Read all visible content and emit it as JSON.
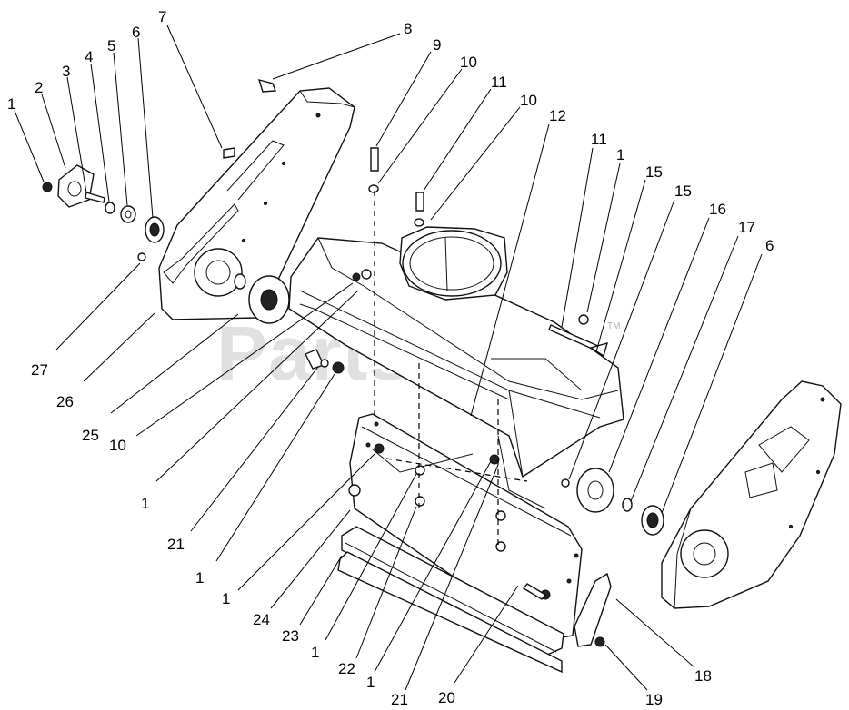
{
  "watermark": {
    "text": "PartsTree",
    "tm": "TM"
  },
  "callouts": [
    {
      "id": "c1a",
      "text": "1"
    },
    {
      "id": "c2",
      "text": "2"
    },
    {
      "id": "c3",
      "text": "3"
    },
    {
      "id": "c4",
      "text": "4"
    },
    {
      "id": "c5",
      "text": "5"
    },
    {
      "id": "c6a",
      "text": "6"
    },
    {
      "id": "c7",
      "text": "7"
    },
    {
      "id": "c8",
      "text": "8"
    },
    {
      "id": "c9",
      "text": "9"
    },
    {
      "id": "c10a",
      "text": "10"
    },
    {
      "id": "c11a",
      "text": "11"
    },
    {
      "id": "c10b",
      "text": "10"
    },
    {
      "id": "c12",
      "text": "12"
    },
    {
      "id": "c11b",
      "text": "11"
    },
    {
      "id": "c1b",
      "text": "1"
    },
    {
      "id": "c15a",
      "text": "15"
    },
    {
      "id": "c15b",
      "text": "15"
    },
    {
      "id": "c16",
      "text": "16"
    },
    {
      "id": "c17",
      "text": "17"
    },
    {
      "id": "c6b",
      "text": "6"
    },
    {
      "id": "c27",
      "text": "27"
    },
    {
      "id": "c26",
      "text": "26"
    },
    {
      "id": "c25",
      "text": "25"
    },
    {
      "id": "c10c",
      "text": "10"
    },
    {
      "id": "c1c",
      "text": "1"
    },
    {
      "id": "c21a",
      "text": "21"
    },
    {
      "id": "c1d",
      "text": "1"
    },
    {
      "id": "c1e",
      "text": "1"
    },
    {
      "id": "c24",
      "text": "24"
    },
    {
      "id": "c23",
      "text": "23"
    },
    {
      "id": "c1f",
      "text": "1"
    },
    {
      "id": "c22",
      "text": "22"
    },
    {
      "id": "c1g",
      "text": "1"
    },
    {
      "id": "c21b",
      "text": "21"
    },
    {
      "id": "c20",
      "text": "20"
    },
    {
      "id": "c19",
      "text": "19"
    },
    {
      "id": "c18",
      "text": "18"
    }
  ]
}
